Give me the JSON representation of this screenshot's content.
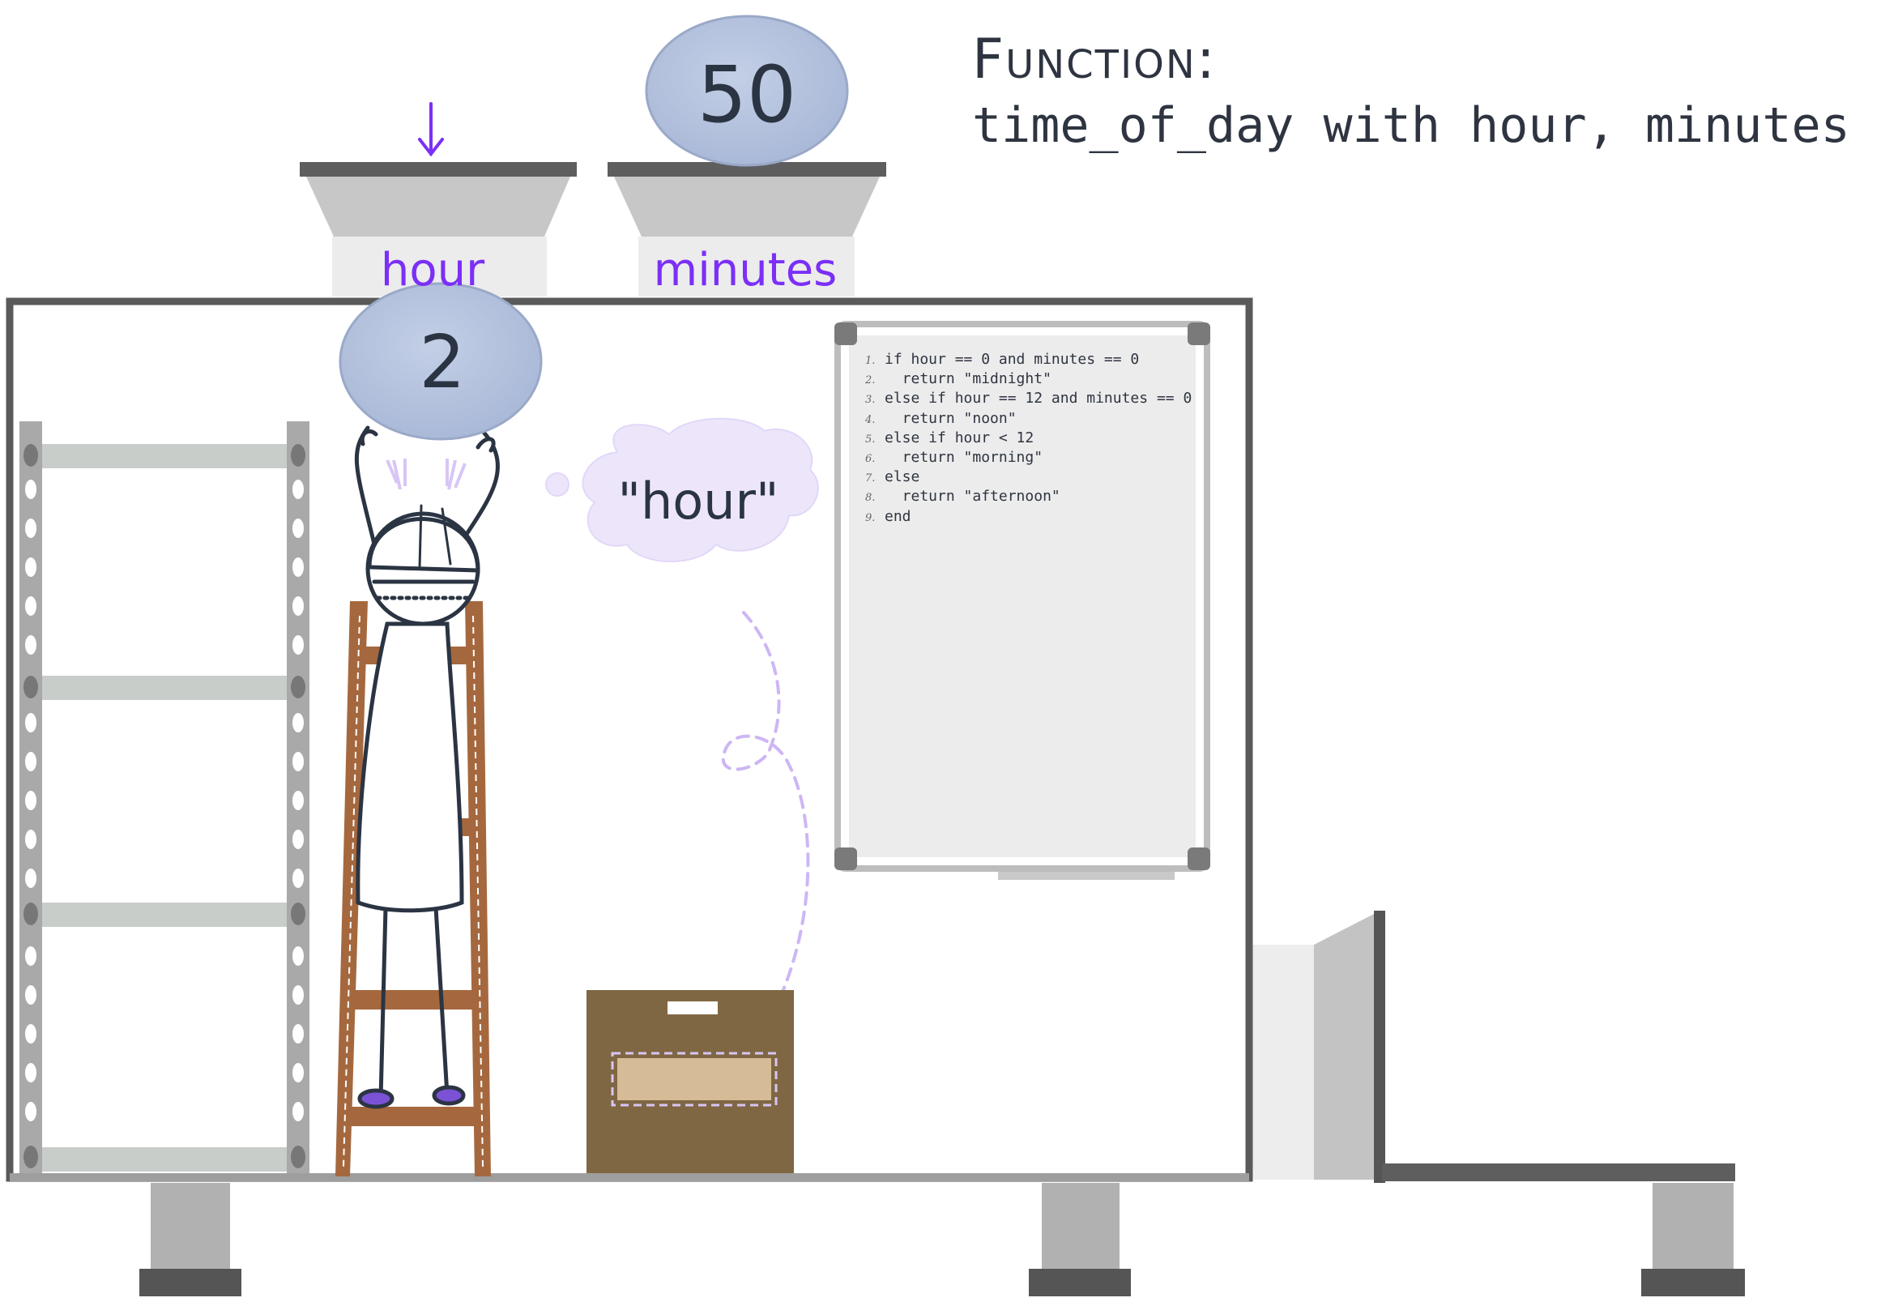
{
  "function": {
    "heading": "Function:",
    "signature": "time_of_day with hour, minutes"
  },
  "inputs": [
    {
      "label": "hour",
      "value": "2"
    },
    {
      "label": "minutes",
      "value": "50"
    }
  ],
  "thought_bubble": "\"hour\"",
  "whiteboard": {
    "lines": [
      {
        "num": "1.",
        "code": "if hour == 0 and minutes == 0"
      },
      {
        "num": "2.",
        "code": "  return \"midnight\""
      },
      {
        "num": "3.",
        "code": "else if hour == 12 and minutes == 0"
      },
      {
        "num": "4.",
        "code": "  return \"noon\""
      },
      {
        "num": "5.",
        "code": "else if hour < 12"
      },
      {
        "num": "6.",
        "code": "  return \"morning\""
      },
      {
        "num": "7.",
        "code": "else"
      },
      {
        "num": "8.",
        "code": "  return \"afternoon\""
      },
      {
        "num": "9.",
        "code": "end"
      }
    ]
  },
  "colors": {
    "accent_purple": "#7b2ff7",
    "ball_blue": "#b7c5e0",
    "ladder_brown": "#a5683e",
    "box_brown": "#806744",
    "bubble_lavender": "#ede6fb"
  }
}
